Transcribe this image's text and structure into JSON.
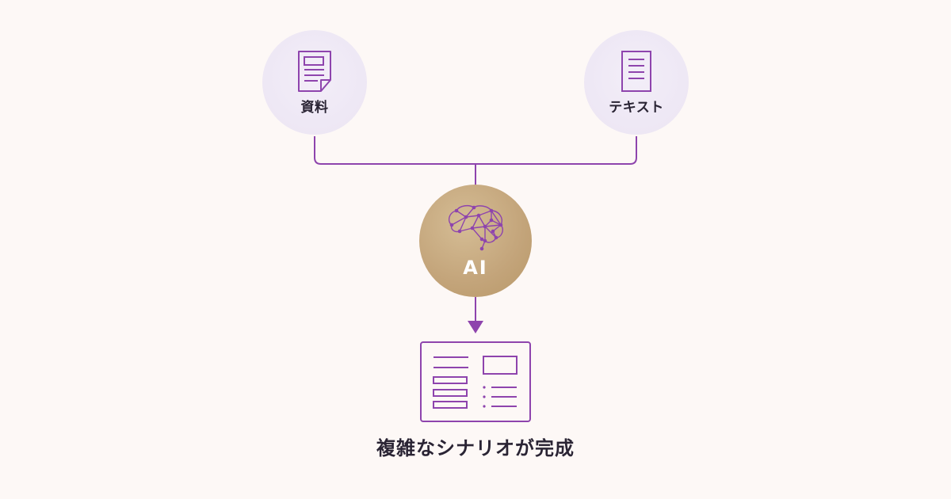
{
  "inputs": {
    "left": {
      "label": "資料",
      "icon": "document-icon"
    },
    "right": {
      "label": "テキスト",
      "icon": "text-list-icon"
    }
  },
  "ai": {
    "label": "AI",
    "icon": "brain-network-icon"
  },
  "output": {
    "label": "複雑なシナリオが完成",
    "icon": "scenario-layout-icon"
  },
  "colors": {
    "background": "#fdf8f6",
    "accent": "#8e44ad",
    "input_circle": "#ede6f4",
    "ai_circle": "#c3a47a",
    "text": "#2a2434"
  }
}
